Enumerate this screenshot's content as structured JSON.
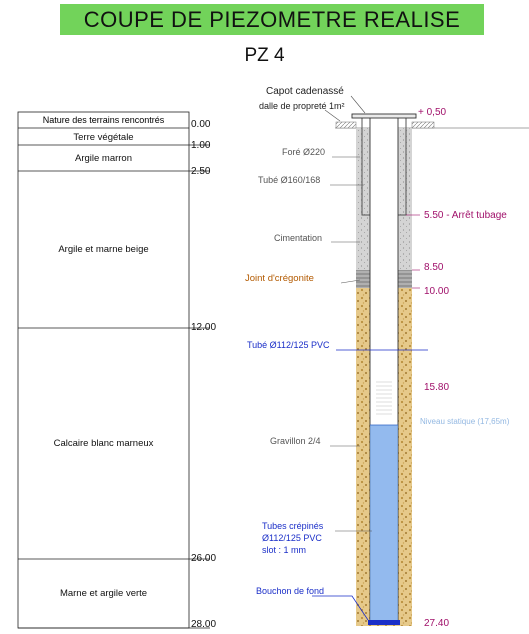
{
  "header": {
    "title": "COUPE DE PIEZOMETRE REALISE",
    "well_name": "PZ 4"
  },
  "log": {
    "column_title": "Nature des terrains rencontrés",
    "layers": [
      {
        "name": "Terre végétale",
        "top": 0.0,
        "bottom": 1.0
      },
      {
        "name": "Argile marron",
        "top": 1.0,
        "bottom": 2.5
      },
      {
        "name": "Argile et marne beige",
        "top": 2.5,
        "bottom": 12.0
      },
      {
        "name": "Calcaire blanc marneux",
        "top": 12.0,
        "bottom": 26.0
      },
      {
        "name": "Marne et argile verte",
        "top": 26.0,
        "bottom": 28.0
      }
    ],
    "depth_labels": [
      "0.00",
      "1.00",
      "2.50",
      "12.00",
      "26.00",
      "28.00"
    ]
  },
  "annotations": {
    "capot": "Capot cadenassé",
    "dalle": "dalle de propreté 1m²",
    "fore": "Foré Ø220",
    "tube_ext": "Tubé Ø160/168",
    "cimentation": "Cimentation",
    "joint": "Joint d'crégonite",
    "tube_pvc": "Tubé Ø112/125 PVC",
    "gravillon": "Gravillon 2/4",
    "crepines_1": "Tubes crépinés",
    "crepines_2": "Ø112/125 PVC",
    "crepines_3": "slot : 1 mm",
    "bouchon": "Bouchon de fond"
  },
  "depth_values": {
    "top": "+ 0,50",
    "arret": "5.50 - Arrêt tubage",
    "v850": "8.50",
    "v1000": "10.00",
    "v1580": "15.80",
    "niveau": "Niveau statique (17,65m)",
    "bottom": "27.40"
  },
  "colors": {
    "banner": "#72d35a",
    "depth_values": "#a0106a",
    "blue_labels": "#1a2ec8",
    "joint_label": "#b35a00",
    "water": "#6fa3e8",
    "gravel": "#e6c98a",
    "cement": "#c9c9c9"
  }
}
